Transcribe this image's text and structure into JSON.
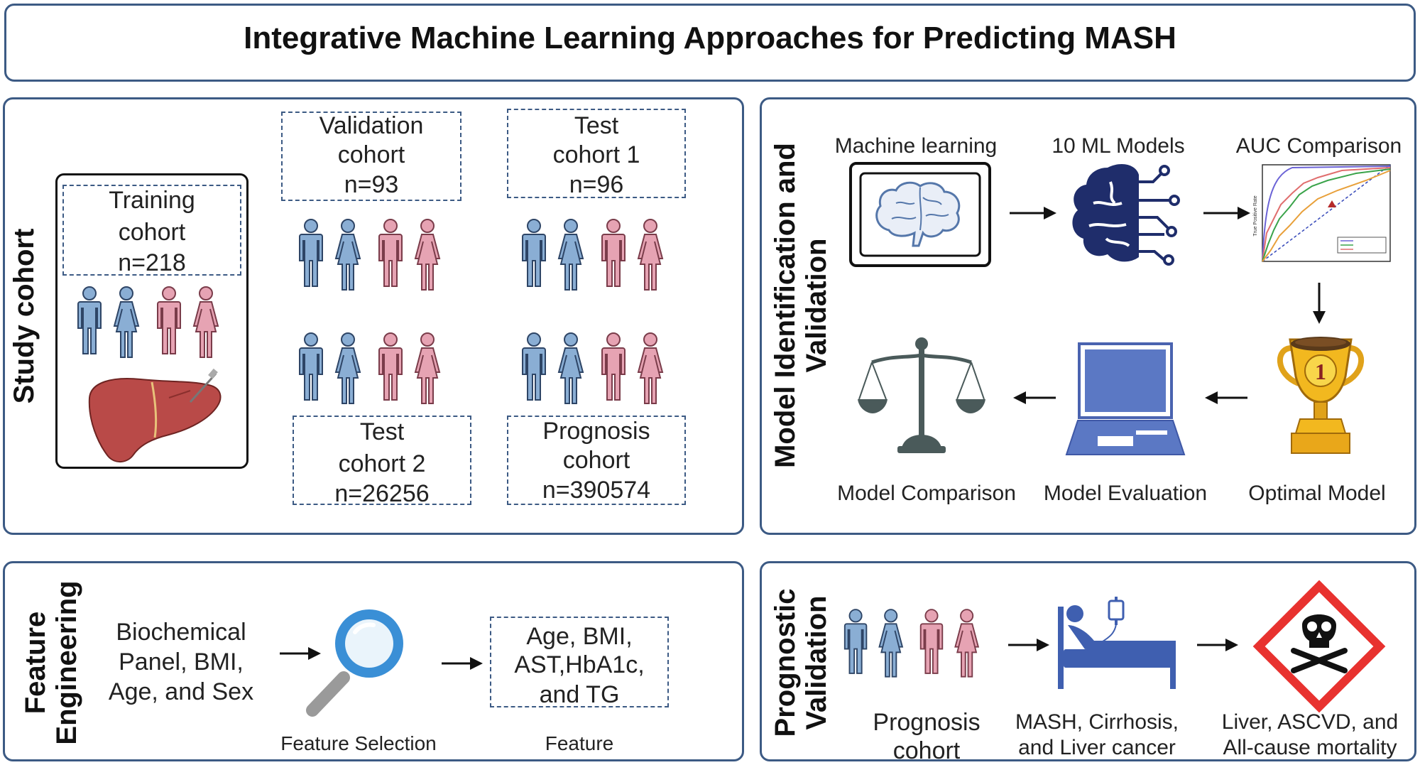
{
  "title": "Integrative Machine Learning Approaches for Predicting MASH",
  "study_cohort": {
    "section_title": "Study cohort",
    "training": {
      "line1": "Training",
      "line2": "cohort",
      "count": "n=218"
    },
    "validation": {
      "line1": "Validation",
      "line2": "cohort",
      "count": "n=93"
    },
    "test1": {
      "line1": "Test",
      "line2": "cohort 1",
      "count": "n=96"
    },
    "test2": {
      "line1": "Test",
      "line2": "cohort 2",
      "count": "n=26256"
    },
    "prognosis": {
      "line1": "Prognosis",
      "line2": "cohort",
      "count": "n=390574"
    }
  },
  "model_section": {
    "section_title_line1": "Model Identification and",
    "section_title_line2": "Validation",
    "machine_learning": "Machine learning",
    "ml_models": "10 ML Models",
    "auc_comparison": "AUC Comparison",
    "auc_ylabel": "True Positive Rate",
    "model_comparison": "Model Comparison",
    "model_evaluation": "Model Evaluation",
    "optimal_model": "Optimal Model",
    "trophy_number": "1"
  },
  "feature_engineering": {
    "section_title_line1": "Feature",
    "section_title_line2": "Engineering",
    "input_line1": "Biochemical",
    "input_line2": "Panel, BMI,",
    "input_line3": "Age, and Sex",
    "feature_selection": "Feature Selection",
    "features_line1": "Age, BMI,",
    "features_line2": "AST,HbA1c,",
    "features_line3": "and TG",
    "feature": "Feature"
  },
  "prognostic": {
    "section_title_line1": "Prognostic",
    "section_title_line2": "Validation",
    "cohort_line1": "Prognosis",
    "cohort_line2": "cohort",
    "outcome1_line1": "MASH, Cirrhosis,",
    "outcome1_line2": "and Liver cancer",
    "outcome2_line1": "Liver, ASCVD, and",
    "outcome2_line2": "All-cause mortality"
  },
  "colors": {
    "border": "#3c5a84",
    "male": "#8aaed4",
    "female": "#e6a3b3",
    "brain_dark": "#1f2d6b",
    "liver": "#b94a48",
    "hazard_red": "#e8322f",
    "laptop": "#5b78c4"
  }
}
